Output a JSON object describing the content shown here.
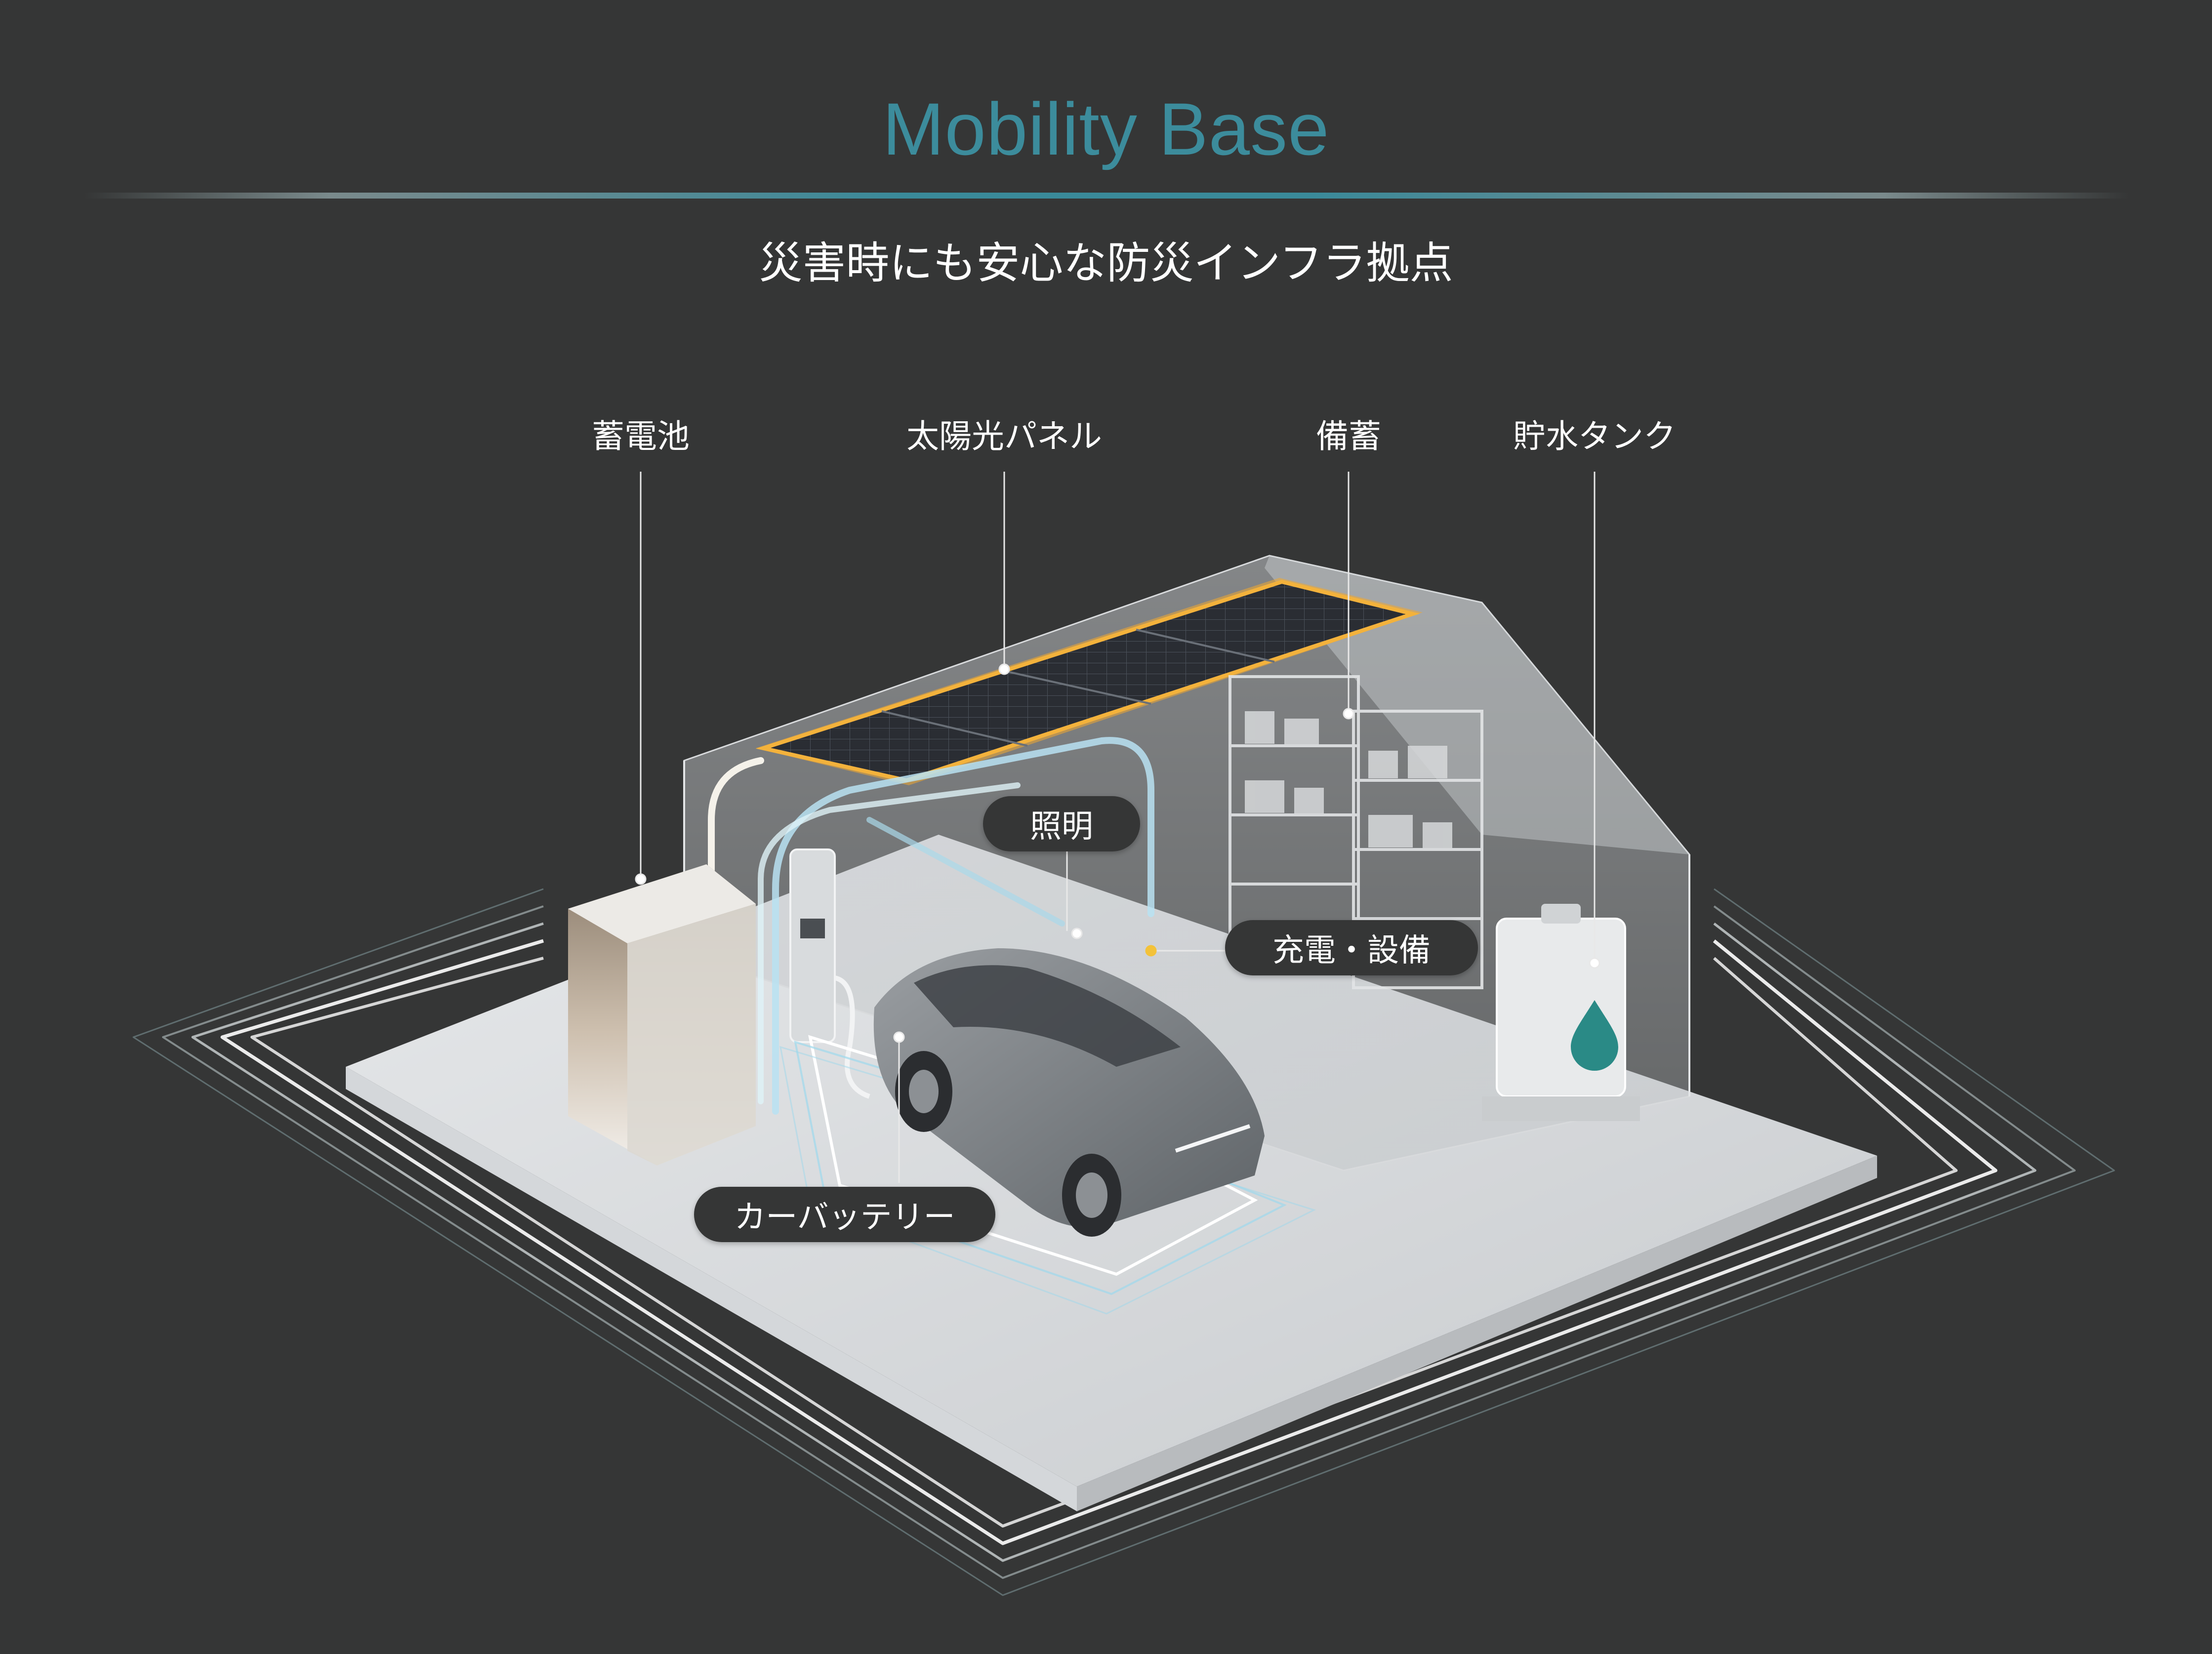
{
  "header": {
    "title": "Mobility Base",
    "subtitle": "災害時にも安心な防災インフラ拠点"
  },
  "labels": {
    "battery": "蓄電池",
    "solar_panel": "太陽光パネル",
    "storage": "備蓄",
    "water_tank": "貯水タンク",
    "lighting": "照明",
    "charging": "充電・設備",
    "car_battery": "カーバッテリー"
  },
  "colors": {
    "background": "#353636",
    "title": "#3c8c9c",
    "solar_glow": "#f0a830",
    "cable_blue": "#9ed8ec",
    "water_drop": "#2a8a86"
  },
  "icons": {
    "water_tank_symbol": "water-drop-icon"
  }
}
